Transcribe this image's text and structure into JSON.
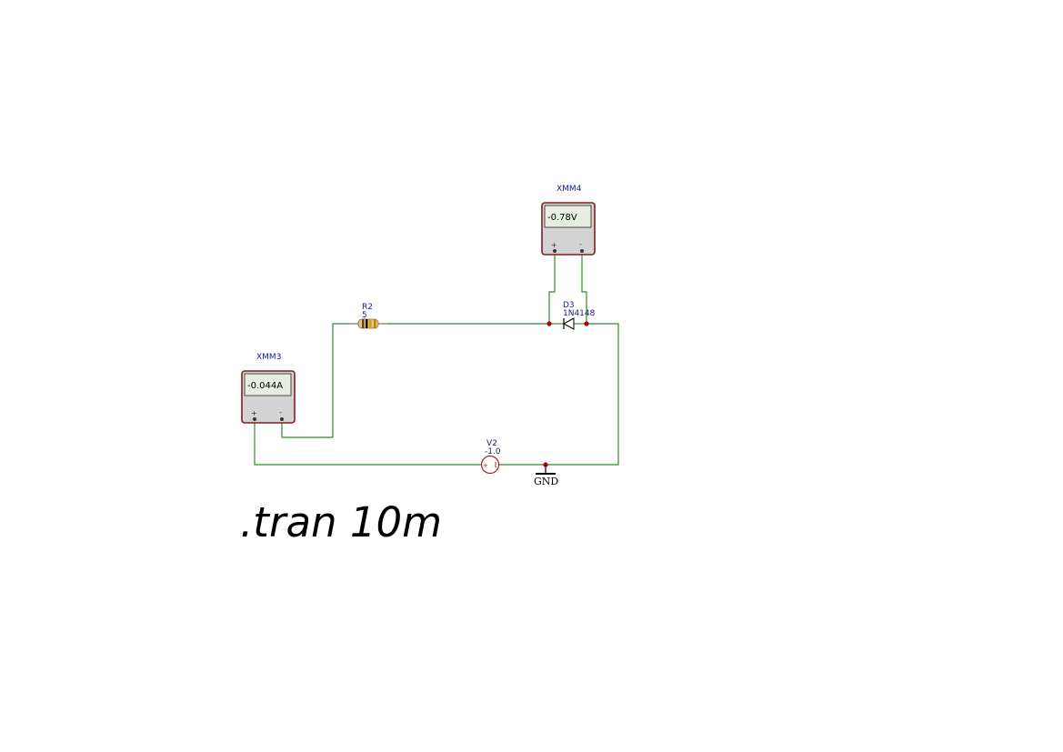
{
  "colors": {
    "wire": "#2e8b2e",
    "junction": "#c00000",
    "meter_body": "#d3d3d3",
    "meter_border": "#8b1a1a",
    "lcd_bg": "#e6ede1",
    "label": "#1a1a8c",
    "source": "#b22222"
  },
  "components": {
    "xmm4": {
      "name": "XMM4",
      "display": "-0.78V",
      "plus": "+",
      "minus": "-"
    },
    "xmm3": {
      "name": "XMM3",
      "display": "-0.044A",
      "plus": "+",
      "minus": "-"
    },
    "r2": {
      "name": "R2",
      "value": "5"
    },
    "d3": {
      "name": "D3",
      "model": "1N4148"
    },
    "v2": {
      "name": "V2",
      "value": "-1.0",
      "plus": "+"
    },
    "gnd": {
      "label": "GND"
    }
  },
  "directive": ".tran 10m"
}
